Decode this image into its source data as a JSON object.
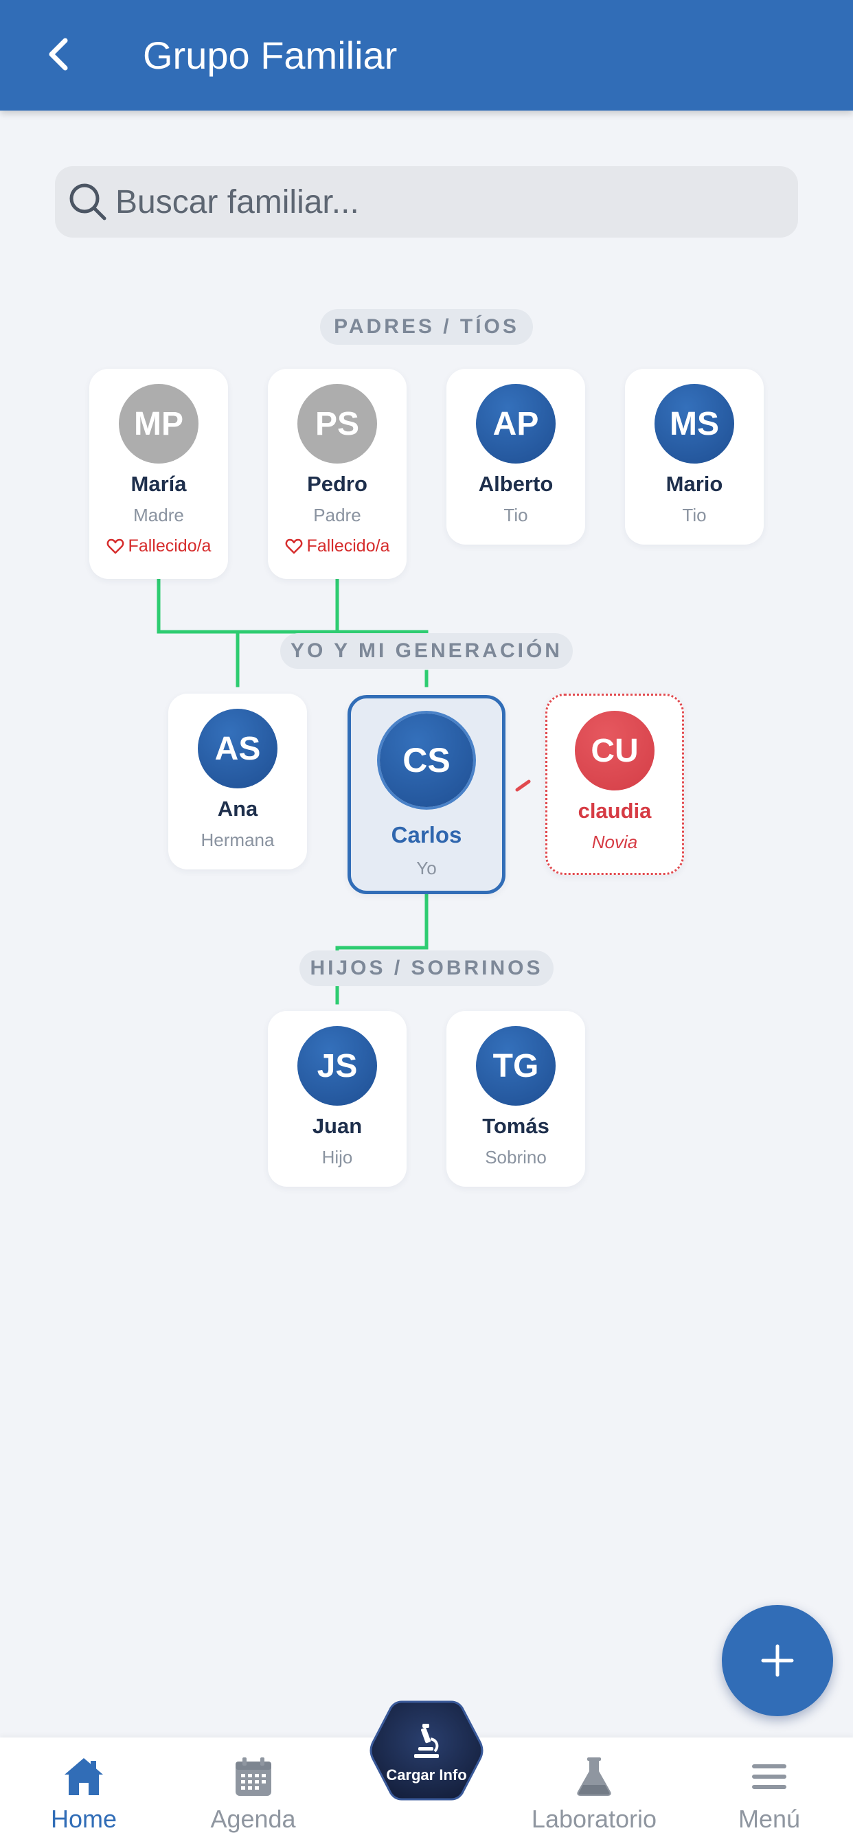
{
  "header": {
    "title": "Grupo Familiar"
  },
  "search": {
    "placeholder": "Buscar familiar..."
  },
  "sections": {
    "parents": "PADRES / TÍOS",
    "generation": "YO Y MI GENERACIÓN",
    "children": "HIJOS / SOBRINOS"
  },
  "parents": [
    {
      "initials": "MP",
      "name": "María",
      "role": "Madre",
      "status": "Fallecido/a"
    },
    {
      "initials": "PS",
      "name": "Pedro",
      "role": "Padre",
      "status": "Fallecido/a"
    },
    {
      "initials": "AP",
      "name": "Alberto",
      "role": "Tio"
    },
    {
      "initials": "MS",
      "name": "Mario",
      "role": "Tio"
    }
  ],
  "generation": [
    {
      "initials": "AS",
      "name": "Ana",
      "role": "Hermana"
    },
    {
      "initials": "CS",
      "name": "Carlos",
      "role": "Yo"
    },
    {
      "initials": "CU",
      "name": "claudia",
      "role": "Novia"
    }
  ],
  "children": [
    {
      "initials": "JS",
      "name": "Juan",
      "role": "Hijo"
    },
    {
      "initials": "TG",
      "name": "Tomás",
      "role": "Sobrino"
    }
  ],
  "fab": {
    "icon": "plus-icon"
  },
  "bottom_nav": {
    "items": [
      {
        "label": "Home",
        "icon": "home-icon",
        "active": true
      },
      {
        "label": "Agenda",
        "icon": "calendar-icon"
      },
      {
        "label": "Laboratorio",
        "icon": "flask-icon"
      },
      {
        "label": "Menú",
        "icon": "menu-icon"
      }
    ],
    "center": {
      "label": "Cargar Info",
      "icon": "microscope-icon"
    }
  },
  "colors": {
    "primary": "#316db7",
    "connector": "#2ecc71",
    "deceased": "#d62c2c",
    "partner": "#e14a4f",
    "center_button": "#1b2a4e"
  }
}
